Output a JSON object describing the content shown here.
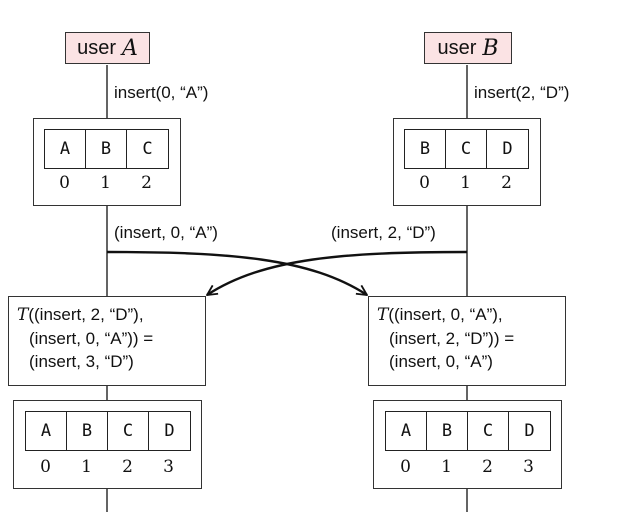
{
  "left": {
    "user_word": "user",
    "user_var": "A",
    "local_op": "insert(0, “A”)",
    "state1": {
      "cells": [
        "A",
        "B",
        "C"
      ],
      "indices": [
        "0",
        "1",
        "2"
      ]
    },
    "sent_op": "(insert, 0, “A”)",
    "transform": {
      "fn": "T",
      "line1": "((insert, 2, “D”),",
      "line2": "(insert, 0, “A”)) =",
      "line3": "(insert, 3, “D”)"
    },
    "state2": {
      "cells": [
        "A",
        "B",
        "C",
        "D"
      ],
      "indices": [
        "0",
        "1",
        "2",
        "3"
      ]
    }
  },
  "right": {
    "user_word": "user",
    "user_var": "B",
    "local_op": "insert(2, “D”)",
    "state1": {
      "cells": [
        "B",
        "C",
        "D"
      ],
      "indices": [
        "0",
        "1",
        "2"
      ]
    },
    "sent_op": "(insert, 2, “D”)",
    "transform": {
      "fn": "T",
      "line1": "((insert, 0, “A”),",
      "line2": "(insert, 2, “D”)) =",
      "line3": "(insert, 0, “A”)"
    },
    "state2": {
      "cells": [
        "A",
        "B",
        "C",
        "D"
      ],
      "indices": [
        "0",
        "1",
        "2",
        "3"
      ]
    }
  }
}
